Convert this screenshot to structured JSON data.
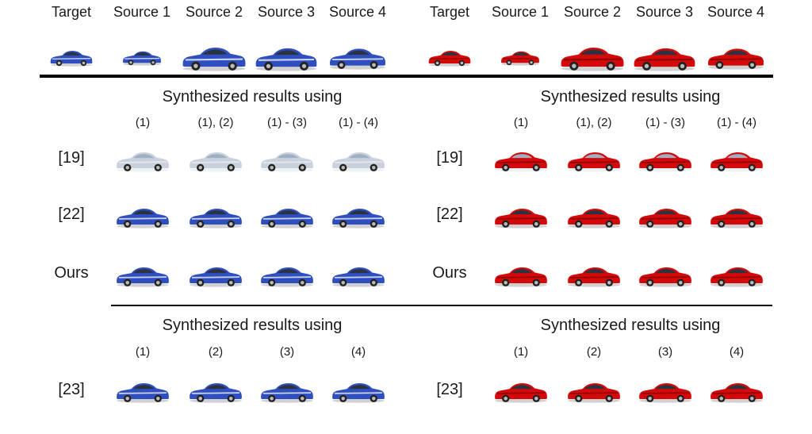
{
  "figure": {
    "header_labels": [
      "Target",
      "Source 1",
      "Source 2",
      "Source 3",
      "Source 4"
    ],
    "synth_title": "Synthesized results using",
    "cumulative_cols": [
      "(1)",
      "(1), (2)",
      "(1) - (3)",
      "(1) - (4)"
    ],
    "individual_cols": [
      "(1)",
      "(2)",
      "(3)",
      "(4)"
    ],
    "method_rows": [
      "[19]",
      "[22]",
      "Ours"
    ],
    "bottom_row": "[23]",
    "panels": [
      {
        "name": "blue-car-panel",
        "body_color": "#2f4fc0",
        "accent_color": "#e8ecf4"
      },
      {
        "name": "red-car-panel",
        "body_color": "#d40a0a",
        "accent_color": "#8a0000"
      }
    ]
  }
}
